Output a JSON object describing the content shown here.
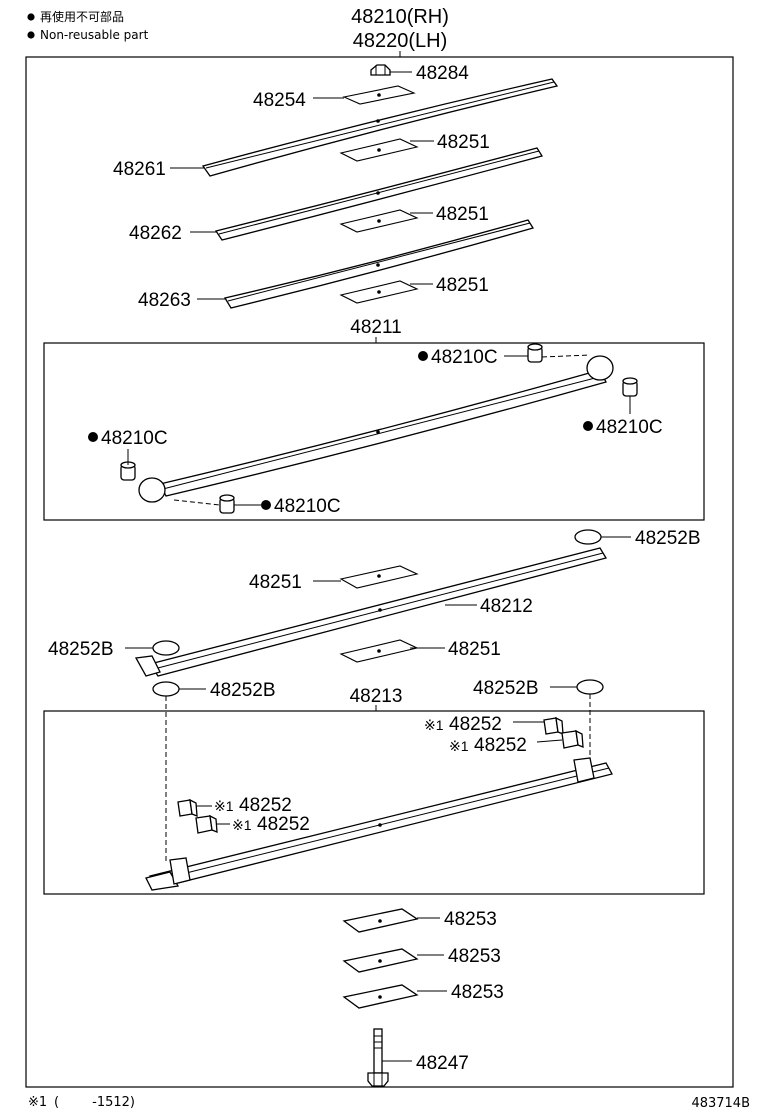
{
  "legend": {
    "jp_text": "再使用不可部品",
    "en_text": "Non-reusable part"
  },
  "header": {
    "rh": "48210(RH)",
    "lh": "48220(LH)"
  },
  "labels": {
    "p48284": "48284",
    "p48254": "48254",
    "p48251_a": "48251",
    "p48261": "48261",
    "p48262": "48262",
    "p48251_b": "48251",
    "p48263": "48263",
    "p48251_c": "48251",
    "p48211": "48211",
    "p48210c_top": "48210C",
    "p48210c_left": "48210C",
    "p48210c_right": "48210C",
    "p48210c_bottom": "48210C",
    "p48252b_topright": "48252B",
    "p48251_d": "48251",
    "p48212": "48212",
    "p48252b_left": "48252B",
    "p48251_e": "48251",
    "p48252b_below_left": "48252B",
    "p48213": "48213",
    "p48252b_below_right": "48252B",
    "p48252_r1": "48252",
    "p48252_r2": "48252",
    "p48252_l1": "48252",
    "p48252_l2": "48252",
    "mark": "※1",
    "p48253_a": "48253",
    "p48253_b": "48253",
    "p48253_c": "48253",
    "p48247": "48247"
  },
  "footer": {
    "note_mark": "※1",
    "note_range": "(        -1512)",
    "diagram_id": "483714B"
  }
}
